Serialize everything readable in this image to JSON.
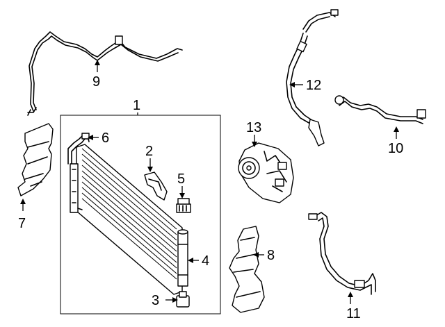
{
  "callouts": {
    "n1": "1",
    "n2": "2",
    "n3": "3",
    "n4": "4",
    "n5": "5",
    "n6": "6",
    "n7": "7",
    "n8": "8",
    "n9": "9",
    "n10": "10",
    "n11": "11",
    "n12": "12",
    "n13": "13"
  }
}
